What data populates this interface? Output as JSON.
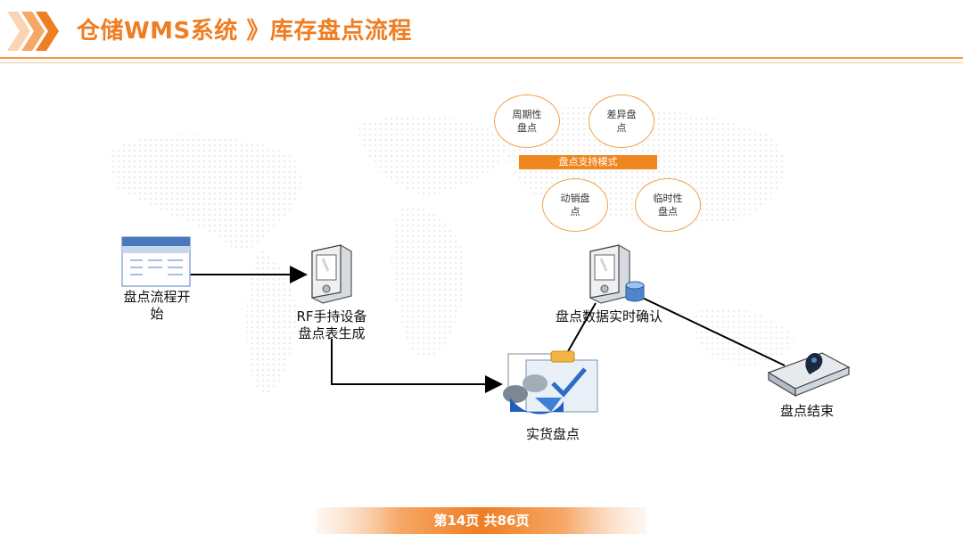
{
  "header": {
    "title": "仓储WMS系统 》库存盘点流程"
  },
  "colors": {
    "accent": "#ef7d22",
    "accent_light": "#f7c59a",
    "mode_bar": "#f0861e",
    "bubble_border": "#f0a24a"
  },
  "diagram": {
    "nodes": {
      "start": {
        "label_line1": "盘点流程开",
        "label_line2": "始",
        "icon": "table-icon"
      },
      "rf": {
        "label_line1": "RF手持设备",
        "label_line2": "盘点表生成",
        "icon": "handheld-device-icon"
      },
      "confirm": {
        "label": "盘点数据实时确认",
        "icon": "handheld-database-icon"
      },
      "physical": {
        "label": "实货盘点",
        "icon": "clipboard-people-icon"
      },
      "end": {
        "label": "盘点结束",
        "icon": "end-device-icon"
      }
    },
    "modes": {
      "bar_label": "盘点支持模式",
      "items": [
        {
          "line1": "周期性",
          "line2": "盘点"
        },
        {
          "line1": "差异盘",
          "line2": "点"
        },
        {
          "line1": "动销盘",
          "line2": "点"
        },
        {
          "line1": "临时性",
          "line2": "盘点"
        }
      ]
    }
  },
  "footer": {
    "page_text": "第14页  共86页"
  }
}
